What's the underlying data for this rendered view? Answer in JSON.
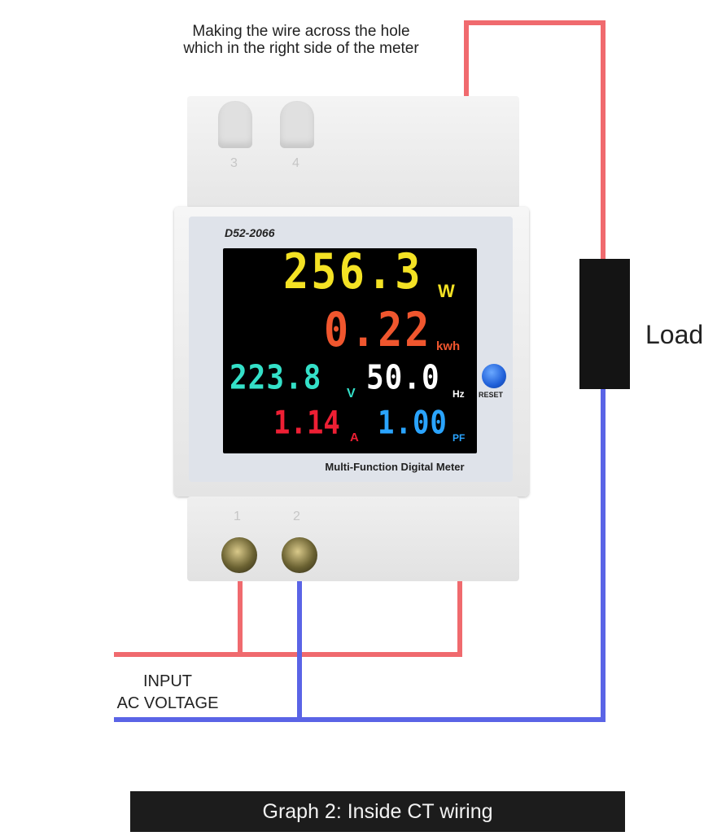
{
  "note": {
    "line1": "Making the wire across the hole",
    "line2": "which in the right side of the meter"
  },
  "load_label": "Load",
  "input_label": {
    "line1": "INPUT",
    "line2": "AC VOLTAGE"
  },
  "caption": "Graph 2: Inside CT wiring",
  "meter": {
    "model": "D52-2066",
    "name": "Multi-Function Digital Meter",
    "reset_label": "RESET",
    "top_terminals": [
      "3",
      "4"
    ],
    "bottom_terminals": [
      "1",
      "2"
    ],
    "readings": {
      "power": {
        "value": "256.3",
        "unit": "W",
        "color": "#f4e224"
      },
      "energy": {
        "value": "0.22",
        "unit": "kwh",
        "color": "#f0562e"
      },
      "voltage": {
        "value": "223.8",
        "unit": "V",
        "color": "#34e0c8"
      },
      "frequency": {
        "value": "50.0",
        "unit": "Hz",
        "color": "#ffffff"
      },
      "current": {
        "value": "1.14",
        "unit": "A",
        "color": "#ee1f34"
      },
      "power_factor": {
        "value": "1.00",
        "unit": "PF",
        "color": "#2aa4ff"
      }
    }
  },
  "colors": {
    "live_wire": "#f06a6e",
    "neutral_wire": "#5a64e6",
    "ct_body": "#141414",
    "reset_button": "#2a6ae6"
  }
}
